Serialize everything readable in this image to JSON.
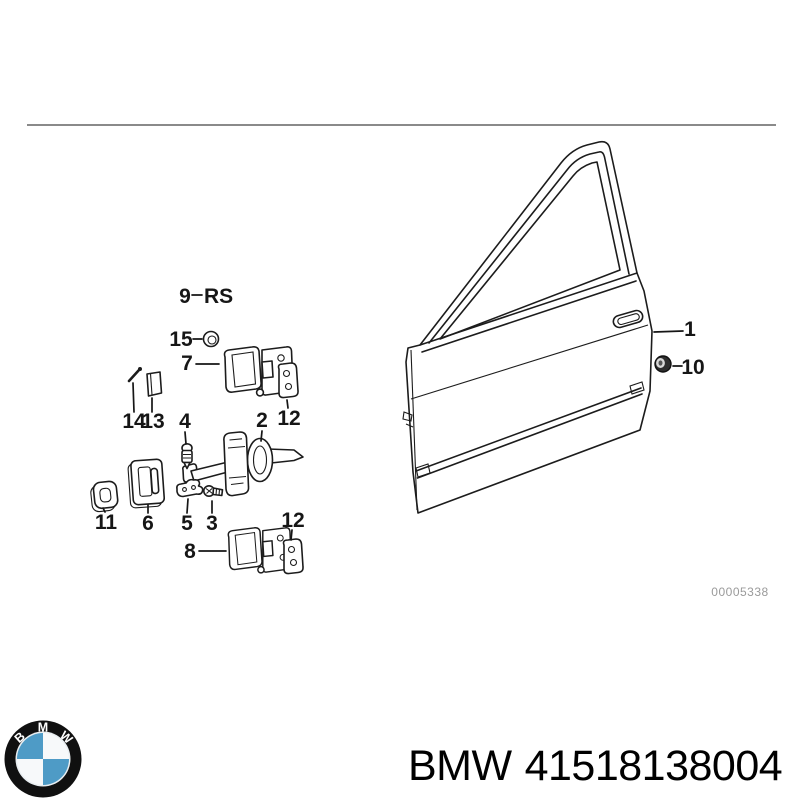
{
  "page": {
    "background": "#ffffff",
    "divider_color": "#8a8a8a",
    "line_color": "#1c1c1c"
  },
  "diagram": {
    "drawing_number": "00005338",
    "drawing_number_color": "#9a9a9a",
    "callouts": {
      "n9": "9",
      "rs": "RS",
      "n15": "15",
      "n7": "7",
      "n14": "14",
      "n13": "13",
      "n4": "4",
      "n2": "2",
      "n12a": "12",
      "n11": "11",
      "n6": "6",
      "n5": "5",
      "n3": "3",
      "n8": "8",
      "n12b": "12",
      "n1": "1",
      "n10": "10"
    }
  },
  "footer": {
    "brand": "BMW",
    "part_number": "41518138004",
    "logo": {
      "name": "bmw-roundel",
      "letter_b": "B",
      "letter_m": "M",
      "letter_w": "W",
      "ring_color": "#101010",
      "quadrant_blue": "#4e9bc6",
      "quadrant_white": "#f7f9fa"
    }
  }
}
